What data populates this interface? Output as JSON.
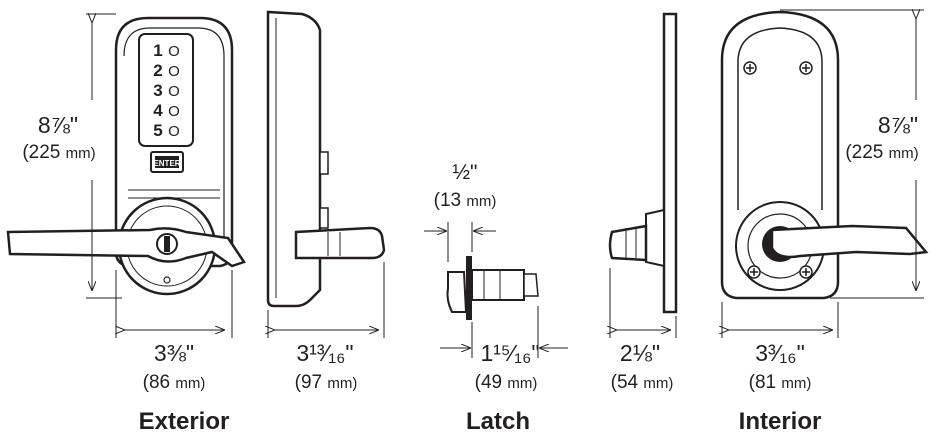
{
  "keypad": {
    "keys": [
      "1",
      "2",
      "3",
      "4",
      "5"
    ],
    "right": [
      "O",
      "O",
      "O",
      "O",
      "O"
    ],
    "enter_label": "ENTER"
  },
  "dimensions": {
    "ext_height": "8⅞\"",
    "ext_height_mm": "(225",
    "ext_width": "3⅜\"",
    "ext_width_mm": "(86",
    "side_depth": "3¹³⁄₁₆\"",
    "side_depth_mm": "(97",
    "latch_thick": "½\"",
    "latch_thick_mm": "(13",
    "latch_len": "1¹⁵⁄₁₆\"",
    "latch_len_mm": "(49",
    "int_side_depth": "2⅛\"",
    "int_side_depth_mm": "(54",
    "int_width": "3³⁄₁₆\"",
    "int_width_mm": "(81",
    "int_height": "8⅞\"",
    "int_height_mm": "(225",
    "unit": "mm)"
  },
  "labels": {
    "exterior": "Exterior",
    "latch": "Latch",
    "interior": "Interior"
  }
}
